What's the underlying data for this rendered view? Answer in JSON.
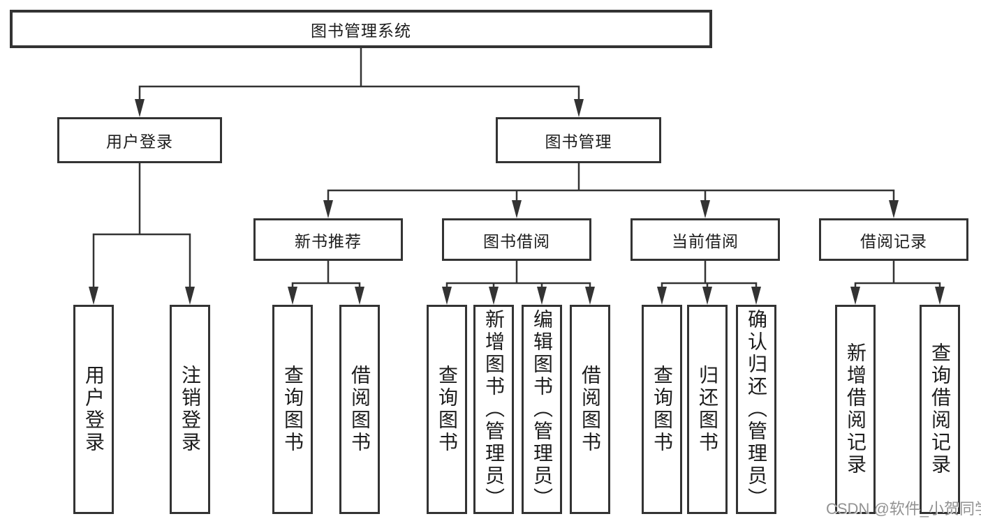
{
  "diagram": {
    "tree": {
      "label": "图书管理系统",
      "children": [
        {
          "label": "用户登录",
          "children": [
            {
              "label": "用户登录"
            },
            {
              "label": "注销登录"
            }
          ]
        },
        {
          "label": "图书管理",
          "children": [
            {
              "label": "新书推荐",
              "children": [
                {
                  "label": "查询图书"
                },
                {
                  "label": "借阅图书"
                }
              ]
            },
            {
              "label": "图书借阅",
              "children": [
                {
                  "label": "查询图书"
                },
                {
                  "label": "新增图书（管理员）"
                },
                {
                  "label": "编辑图书（管理员）"
                },
                {
                  "label": "借阅图书"
                }
              ]
            },
            {
              "label": "当前借阅",
              "children": [
                {
                  "label": "查询图书"
                },
                {
                  "label": "归还图书"
                },
                {
                  "label": "确认归还（管理员）"
                }
              ]
            },
            {
              "label": "借阅记录",
              "children": [
                {
                  "label": "新增借阅记录"
                },
                {
                  "label": "查询借阅记录"
                }
              ]
            }
          ]
        }
      ]
    },
    "colors": {
      "line": "#333333",
      "text": "#1c1c1c",
      "watermark": "#929292",
      "background": "#ffffff"
    }
  },
  "watermark": {
    "text": "CSDN @软件_小贺同学"
  }
}
